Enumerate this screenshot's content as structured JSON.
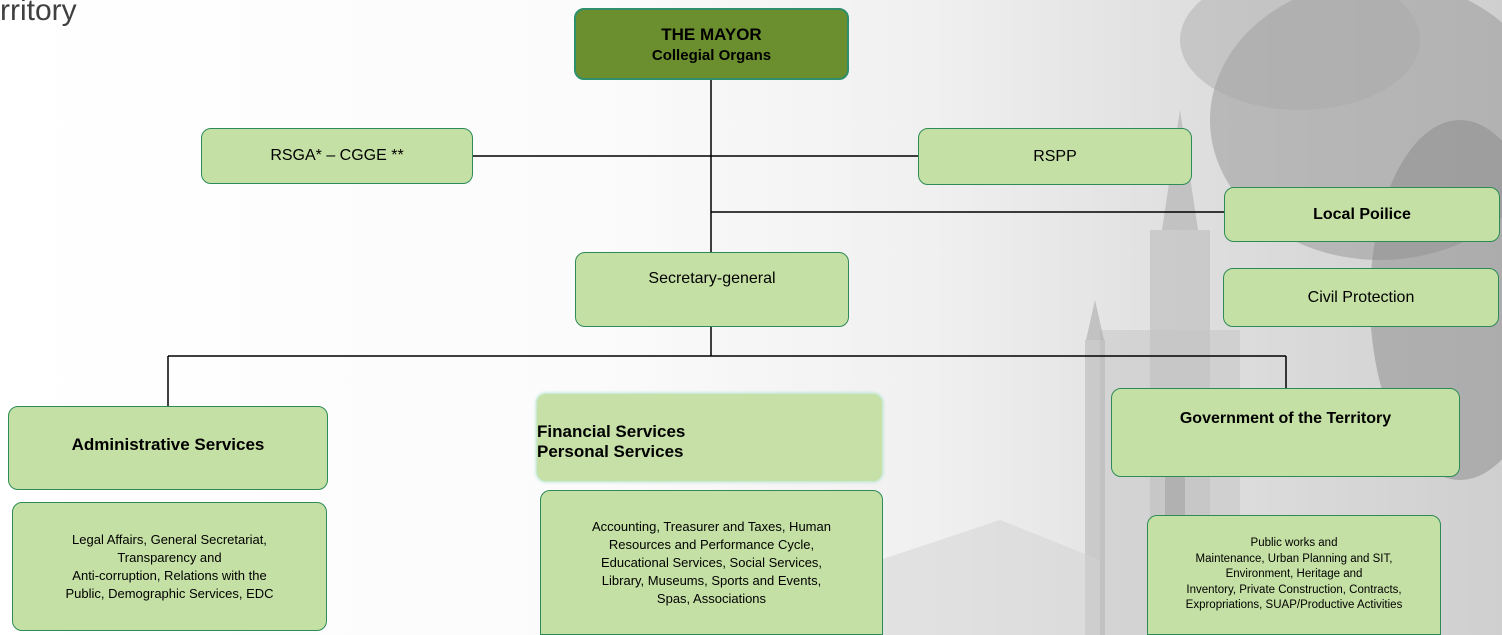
{
  "page": {
    "title_fragment": "rritory"
  },
  "org_chart": {
    "mayor": {
      "line1": "THE MAYOR",
      "line2": "Collegial Organs"
    },
    "rsga": "RSGA* – CGGE **",
    "rspp": "RSPP",
    "local_police": "Local Poilice",
    "civil_protection": "Civil Protection",
    "secretary_general": "Secretary-general",
    "administrative": {
      "title": "Administrative Services",
      "details": [
        "Legal Affairs, General Secretariat,",
        "Transparency and",
        "Anti-corruption, Relations with the",
        "Public, Demographic Services, EDC"
      ]
    },
    "financial": {
      "title_line1": "Financial Services",
      "title_line2": "Personal Services",
      "details": [
        "Accounting, Treasurer and Taxes, Human",
        "Resources and Performance Cycle,",
        "Educational Services, Social Services,",
        "Library, Museums, Sports and Events,",
        "Spas, Associations"
      ]
    },
    "territory": {
      "title": "Government of the Territory",
      "details": [
        "Public works and",
        "Maintenance, Urban Planning and SIT,",
        "Environment, Heritage and",
        "Inventory, Private Construction, Contracts,",
        "Expropriations, SUAP/Productive Activities"
      ]
    }
  },
  "colors": {
    "box_fill": "#c5e0a4",
    "box_border": "#2e8b57",
    "mayor_fill": "#6b8f2f",
    "connector": "#000000"
  }
}
